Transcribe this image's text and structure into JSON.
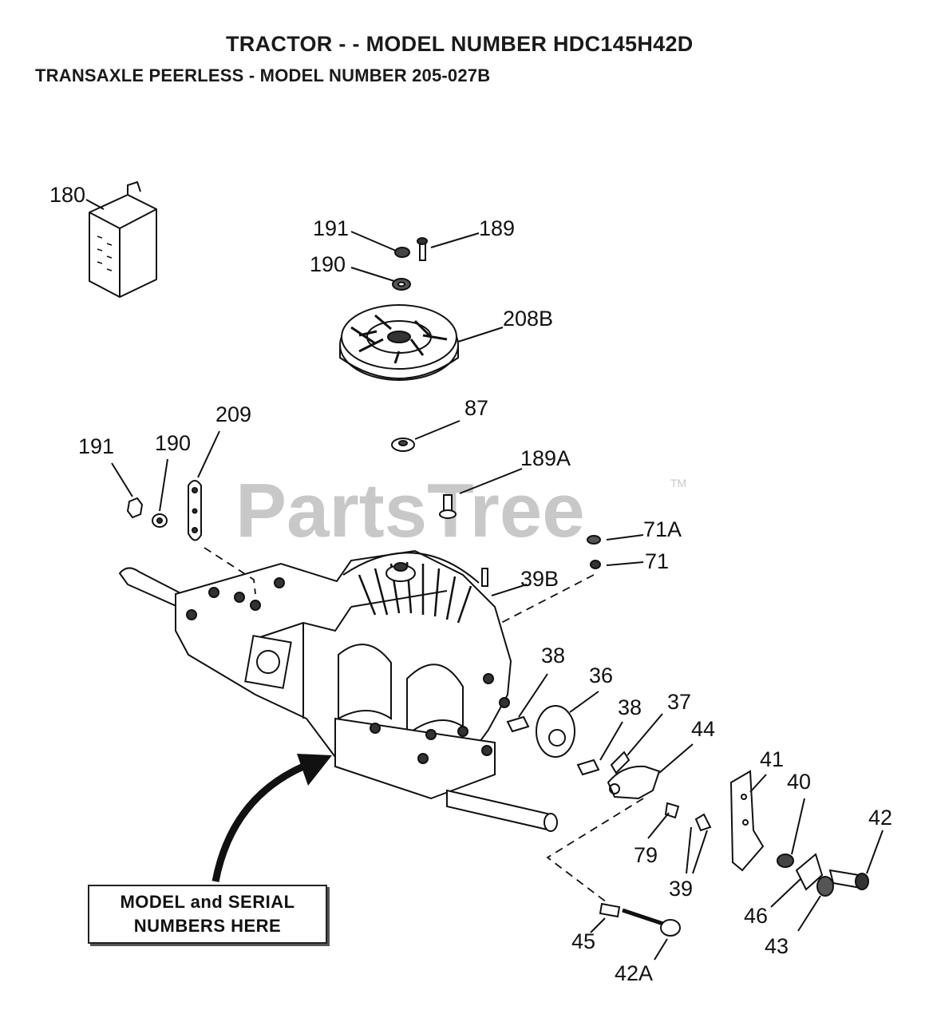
{
  "header": {
    "title": "TRACTOR - - MODEL NUMBER HDC145H42D",
    "subtitle": "TRANSAXLE PEERLESS - MODEL NUMBER 205-027B"
  },
  "watermark": {
    "text": "PartsTree",
    "trademark": "TM"
  },
  "callouts": [
    "180",
    "191",
    "189",
    "190",
    "208B",
    "209",
    "191",
    "190",
    "87",
    "189A",
    "71A",
    "71",
    "39B",
    "38",
    "36",
    "38",
    "37",
    "44",
    "41",
    "40",
    "42",
    "79",
    "39",
    "46",
    "43",
    "45",
    "42A"
  ],
  "plate_note": {
    "line1": "MODEL and SERIAL",
    "line2": "NUMBERS HERE"
  }
}
